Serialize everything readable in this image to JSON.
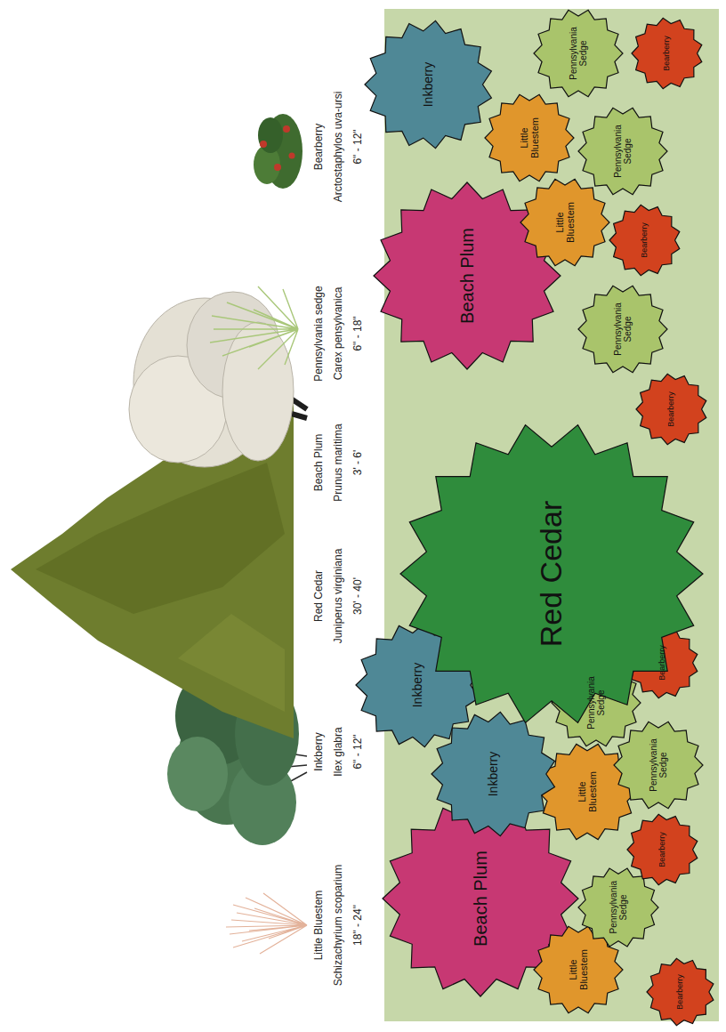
{
  "diagram": {
    "nodes": [
      {
        "text": [
          "Beach Plum"
        ]
      },
      {
        "text": [
          "Little Bluestem"
        ]
      },
      {
        "text": [
          "Pennsylvania Sedge"
        ]
      },
      {
        "text": [
          "Bearberry"
        ]
      },
      {
        "text": [
          "Bearberry"
        ]
      },
      {
        "text": [
          "Little Bluestem"
        ]
      },
      {
        "text": [
          "Inkberry"
        ]
      },
      {
        "text": [
          "Pennsylvania Sedge"
        ]
      },
      {
        "text": [
          "Inkberry"
        ]
      },
      {
        "text": [
          "Pennsylvania Sedge"
        ]
      },
      {
        "text": [
          "Bearberry"
        ]
      },
      {
        "text": [
          "Red Cedar"
        ]
      },
      {
        "text": [
          "Bearberry"
        ]
      },
      {
        "text": [
          "Pennsylvania Sedge"
        ]
      },
      {
        "text": [
          "Beach Plum"
        ]
      },
      {
        "text": [
          "Little Bluestem"
        ]
      },
      {
        "text": [
          "Bearberry"
        ]
      },
      {
        "text": [
          "Little Bluestem"
        ]
      },
      {
        "text": [
          "Pennsylvania Sedge"
        ]
      },
      {
        "text": [
          "Inkberry"
        ]
      },
      {
        "text": [
          "Pennsylvania Sedge"
        ]
      },
      {
        "text": [
          "Bearberry"
        ]
      }
    ],
    "labels": [
      "Little Bluestem",
      "Schizachyrium scoparium",
      "18\" - 24\"",
      "Inkberry",
      "Ilex glabra",
      "6\" - 12\"",
      "Red Cedar",
      "Juniperus virginiana",
      "30' - 40'",
      "Beach Plum",
      "Prunus maritima",
      "3' - 6'",
      "Pennsylvania sedge",
      "Carex pensylvanica",
      "6\" - 18\"",
      "Bearberry",
      "Arctostaphylos uva-ursi",
      "6\" - 12\""
    ]
  }
}
